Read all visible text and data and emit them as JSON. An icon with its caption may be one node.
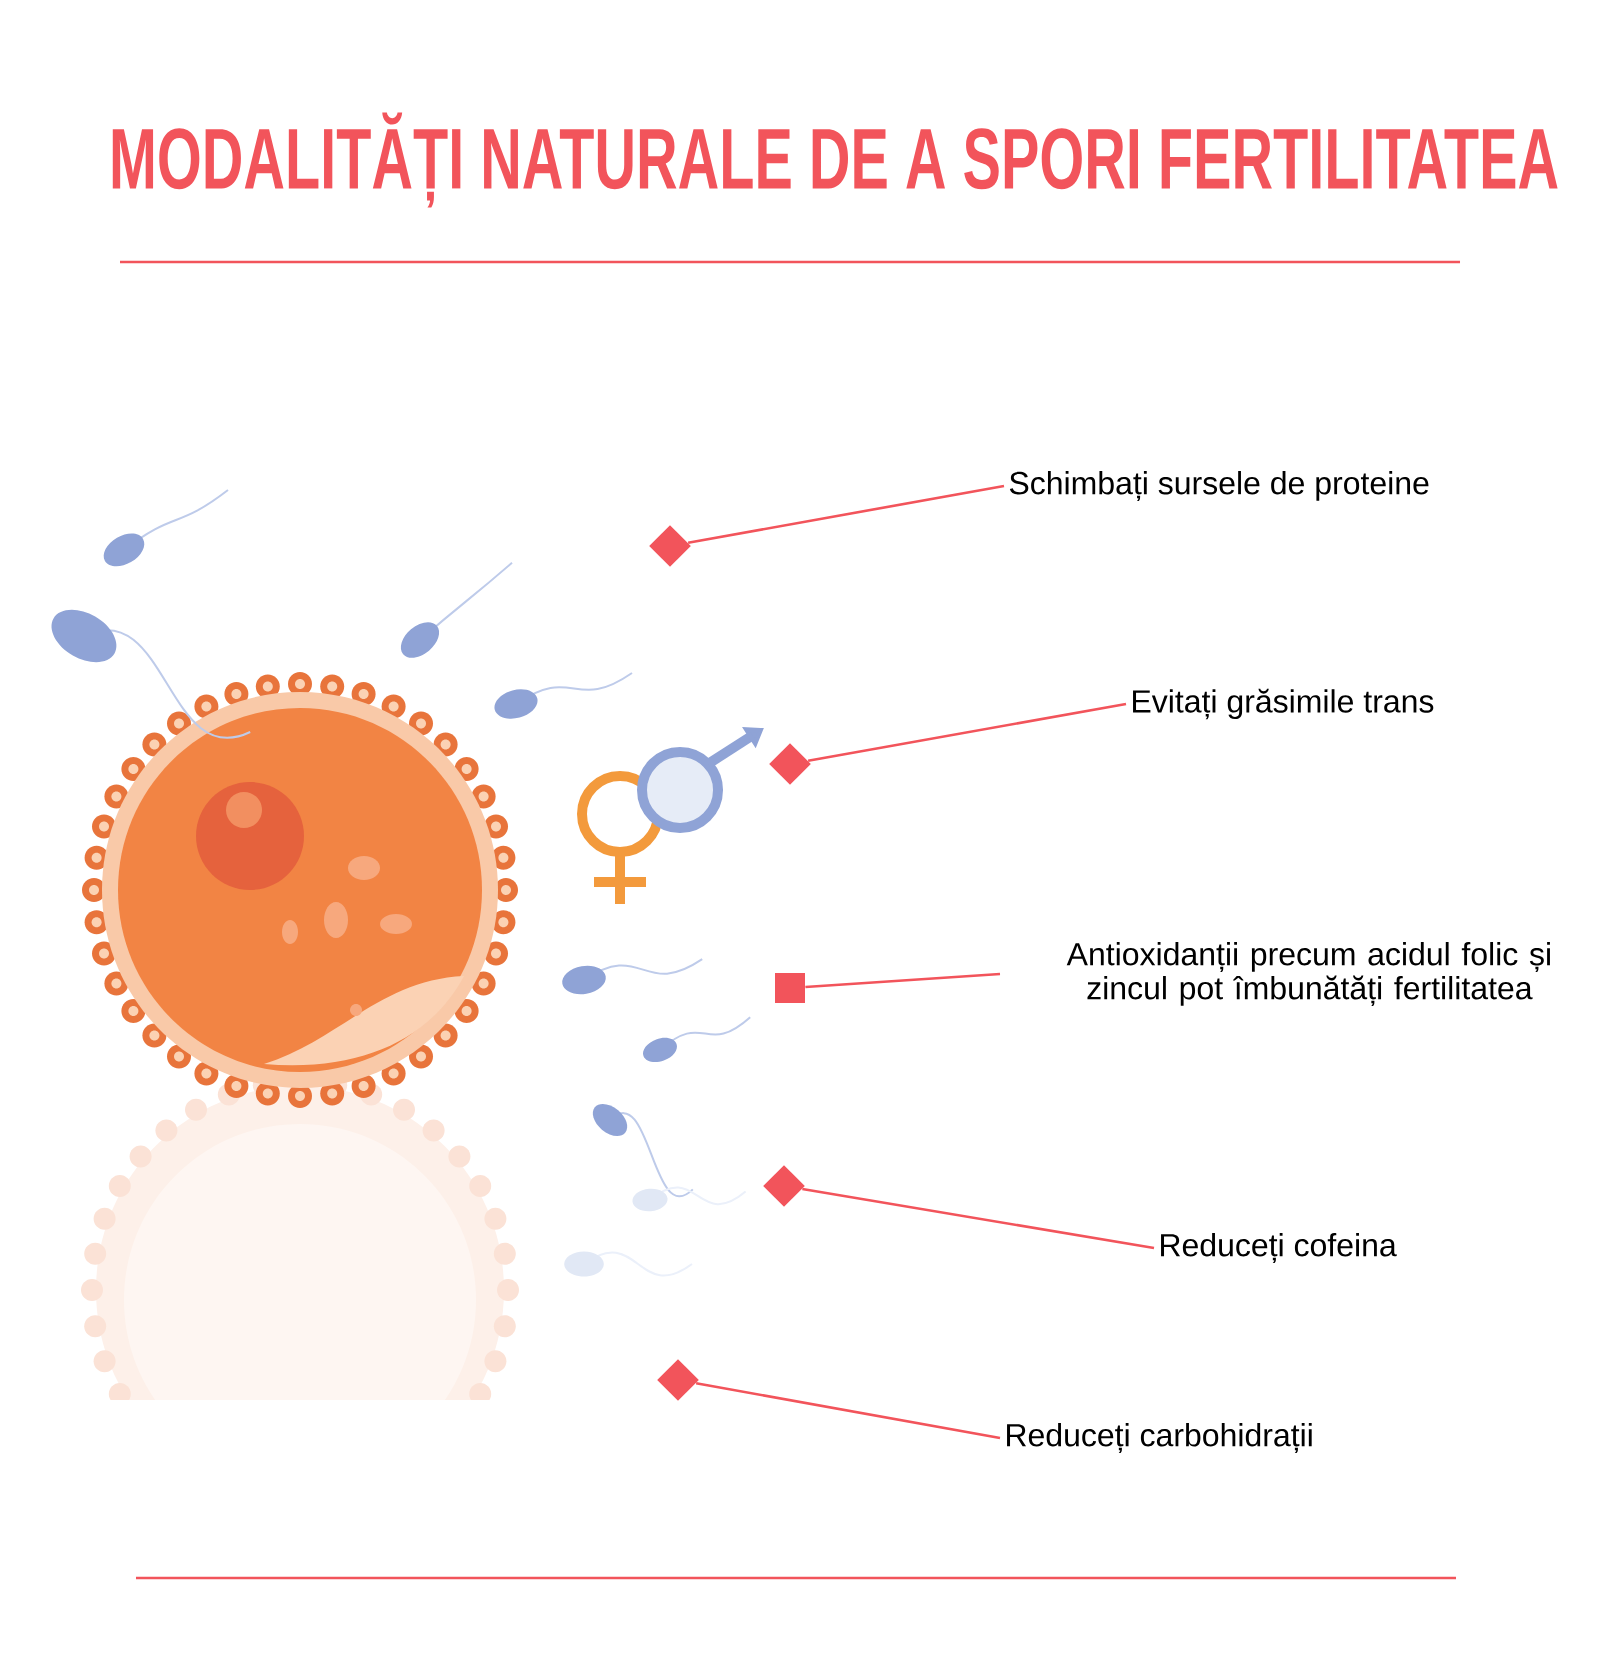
{
  "diagram": {
    "title": "MODALITĂȚI NATURALE DE A SPORI FERTILITATEA",
    "nodes": [
      {
        "text": [
          "Schimbați sursele de proteine"
        ]
      },
      {
        "text": [
          "Evitați grăsimile trans"
        ]
      },
      {
        "text": [
          "Antioxidanții precum acidul folic și zincul pot îmbunătăți fertilitatea"
        ]
      },
      {
        "text": [
          "Reduceți cofeina"
        ]
      },
      {
        "text": [
          "Reduceți carbohidrații"
        ]
      },
      {
        "text": [],
        "shape": "diamond"
      },
      {
        "text": [],
        "shape": "diamond"
      },
      {
        "text": [],
        "shape": "box"
      },
      {
        "text": [],
        "shape": "diamond"
      },
      {
        "text": [],
        "shape": "diamond"
      }
    ],
    "edges": [
      {
        "from": 0,
        "to": 5,
        "arrow": "none"
      },
      {
        "from": 1,
        "to": 6,
        "arrow": "none"
      },
      {
        "from": 2,
        "to": 7,
        "arrow": "none"
      },
      {
        "from": 3,
        "to": 8,
        "arrow": "none"
      },
      {
        "from": 4,
        "to": 9,
        "arrow": "none"
      }
    ]
  }
}
